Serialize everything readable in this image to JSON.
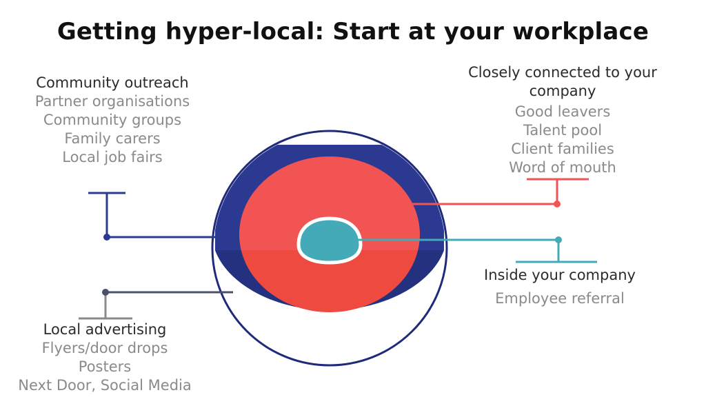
{
  "title": "Getting hyper-local: Start at your workplace",
  "groups": {
    "community_outreach": {
      "heading": "Community outreach",
      "items": [
        "Partner organisations",
        "Community groups",
        "Family carers",
        "Local job fairs"
      ]
    },
    "closely_connected": {
      "heading": "Closely connected to your company",
      "items": [
        "Good leavers",
        "Talent pool",
        "Client families",
        "Word of mouth"
      ]
    },
    "inside_company": {
      "heading": "Inside your company",
      "items": [
        "Employee referral"
      ]
    },
    "local_advertising": {
      "heading": "Local advertising",
      "items": [
        "Flyers/door drops",
        "Posters",
        "Next Door, Social Media"
      ]
    }
  },
  "colors": {
    "navy": "#2b3990",
    "outer_ring": "#1f2a7a",
    "coral": "#f25353",
    "coral_dark": "#ef4a40",
    "teal": "#45aab8",
    "slate": "#4a5068",
    "gray": "#8a8a8a"
  }
}
